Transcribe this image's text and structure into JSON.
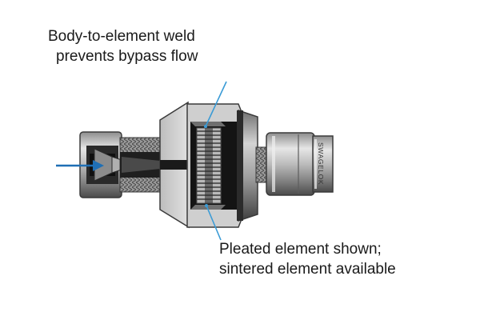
{
  "callouts": {
    "weld": {
      "line1": "Body-to-element weld",
      "line2": "prevents bypass flow"
    },
    "element": {
      "line1": "Pleated element shown;",
      "line2": "sintered element available"
    }
  },
  "brand_stamp": "SWAGELOK",
  "colors": {
    "leader_line": "#3a9bd6",
    "flow_arrow": "#1f6fb5",
    "steel_light": "#d9d9d9",
    "steel_mid": "#a8a8a8",
    "steel_dark": "#555555",
    "section_black": "#1c1c1c"
  }
}
